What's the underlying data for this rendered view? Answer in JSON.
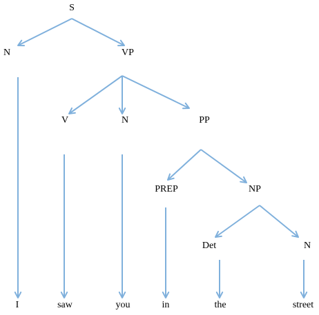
{
  "diagram": {
    "edge_color": "#7fb0dc",
    "nodes": {
      "s": "S",
      "n1": "N",
      "vp": "VP",
      "v": "V",
      "n2": "N",
      "pp": "PP",
      "prep": "PREP",
      "np": "NP",
      "det": "Det",
      "n3": "N"
    },
    "words": {
      "i": "I",
      "saw": "saw",
      "you": "you",
      "in": "in",
      "the": "the",
      "street": "street"
    }
  }
}
